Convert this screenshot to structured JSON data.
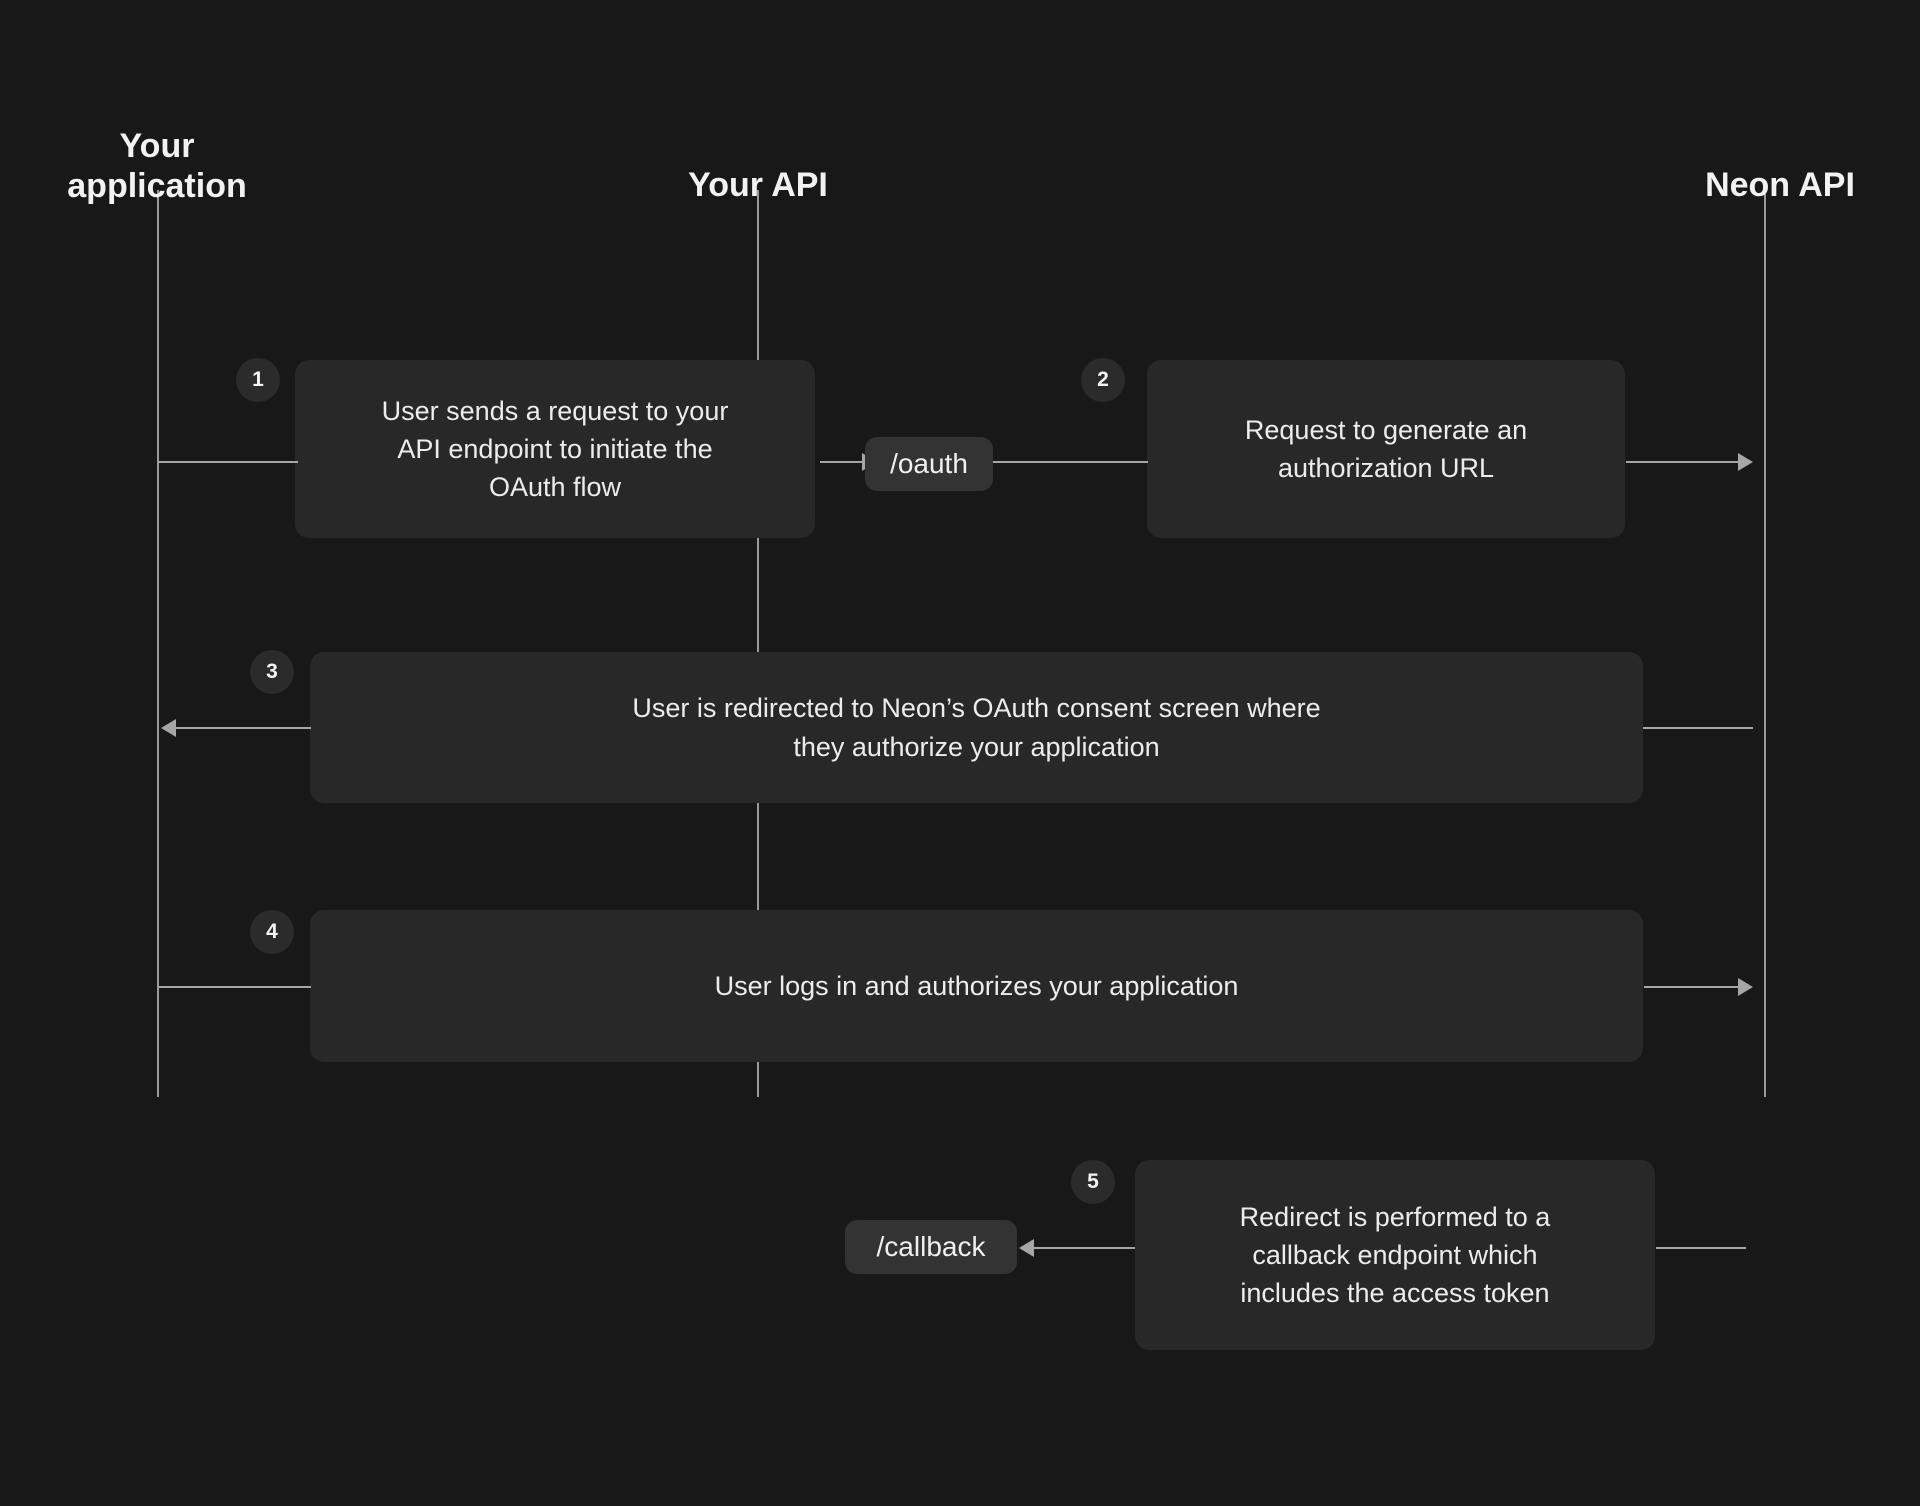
{
  "diagram": {
    "title": "Neon OAuth flow sequence diagram",
    "background_color": "#181818",
    "box_color": "#282828",
    "pill_color": "#333333",
    "line_color": "#a6a6a6",
    "text_color": "#ececec"
  },
  "lifelines": [
    {
      "id": "your-application",
      "label": "Your\napplication"
    },
    {
      "id": "your-api",
      "label": "Your API"
    },
    {
      "id": "neon-api",
      "label": "Neon API"
    }
  ],
  "pills": [
    {
      "id": "oauth",
      "label": "/oauth"
    },
    {
      "id": "callback",
      "label": "/callback"
    }
  ],
  "steps": [
    {
      "number": "1",
      "text": "User sends a request to your\nAPI endpoint to initiate the\nOAuth flow",
      "from": "your-application",
      "to": "your-api",
      "direction": "right"
    },
    {
      "number": "2",
      "text": "Request to generate an\nauthorization URL",
      "from": "your-api",
      "to": "neon-api",
      "direction": "right"
    },
    {
      "number": "3",
      "text": "User is redirected to Neon’s OAuth consent screen where\nthey authorize your application",
      "from": "neon-api",
      "to": "your-application",
      "direction": "left"
    },
    {
      "number": "4",
      "text": "User logs in and authorizes your application",
      "from": "your-application",
      "to": "neon-api",
      "direction": "right"
    },
    {
      "number": "5",
      "text": "Redirect is performed to a\ncallback endpoint which\nincludes the access token",
      "from": "neon-api",
      "to": "your-api",
      "direction": "left"
    }
  ]
}
